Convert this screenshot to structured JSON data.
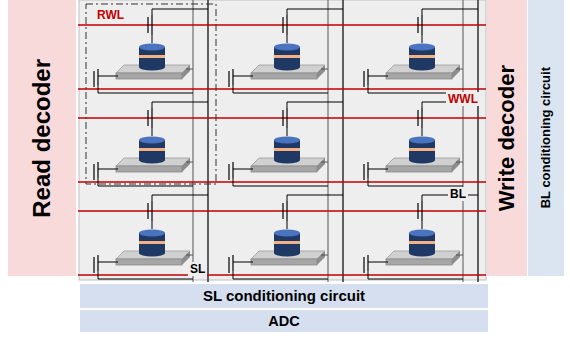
{
  "diagram": {
    "nodes": [
      {
        "text": [
          "Read decoder"
        ]
      },
      {
        "text": [
          "Write decoder"
        ]
      },
      {
        "text": [
          "BL conditioning circuit"
        ]
      },
      {
        "text": [
          "SL conditioning circuit"
        ]
      },
      {
        "text": [
          "ADC"
        ]
      }
    ],
    "labels": [
      "RWL",
      "WWL",
      "BL",
      "SL"
    ]
  }
}
